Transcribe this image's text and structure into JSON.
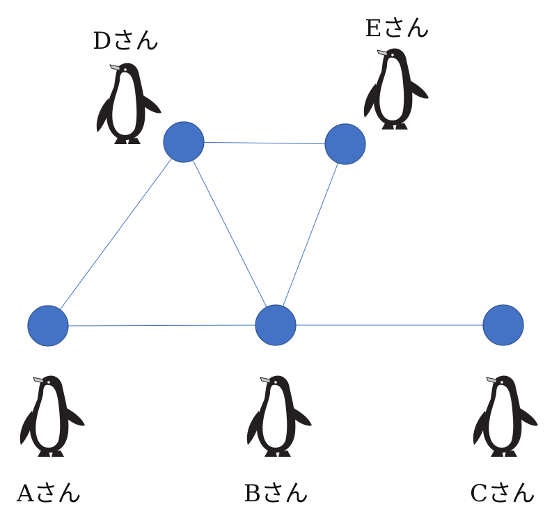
{
  "people": [
    {
      "id": "A",
      "label": "Aさん"
    },
    {
      "id": "B",
      "label": "Bさん"
    },
    {
      "id": "C",
      "label": "Cさん"
    },
    {
      "id": "D",
      "label": "Dさん"
    },
    {
      "id": "E",
      "label": "Eさん"
    }
  ],
  "edges": [
    [
      "A",
      "B"
    ],
    [
      "A",
      "D"
    ],
    [
      "D",
      "B"
    ],
    [
      "D",
      "E"
    ],
    [
      "E",
      "B"
    ],
    [
      "B",
      "C"
    ]
  ],
  "colors": {
    "node_fill": "#4472C4",
    "node_stroke": "#2F528F",
    "edge": "#4472C4",
    "penguin_body": "#231f20",
    "penguin_belly": "#ffffff",
    "penguin_beak": "#c8c8c8"
  },
  "icons": {
    "person": "penguin-icon"
  }
}
